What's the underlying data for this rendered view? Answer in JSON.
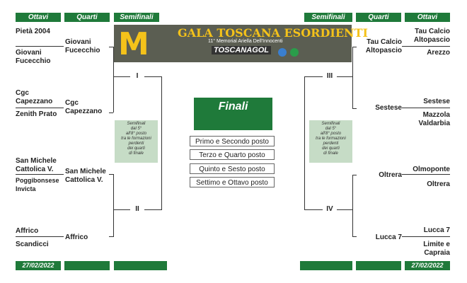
{
  "headers": {
    "ottavi": "Ottavi",
    "quarti": "Quarti",
    "semifinali": "Semifinali"
  },
  "footer_date": "27/02/2022",
  "banner": {
    "logo_letter": "M",
    "title": "GALA TOSCANA ESORDIENTI",
    "subtitle": "11° Memorial Ariella Dell'Innocenti",
    "sponsor": "TOSCANAGOL"
  },
  "left": {
    "ottavi": [
      "Pietà 2004",
      "Giovani Fucecchio",
      "Cgc Capezzano",
      "Zenith Prato",
      "San Michele Cattolica V.",
      "Poggibonsese Invicta",
      "Affrico",
      "Scandicci"
    ],
    "quarti": [
      "Giovani Fucecchio",
      "Cgc Capezzano",
      "San Michele Cattolica V.",
      "Affrico"
    ],
    "semi_labels": [
      "I",
      "II"
    ]
  },
  "right": {
    "ottavi": [
      "Tau Calcio Altopascio",
      "Arezzo",
      "Sestese",
      "Mazzola Valdarbia",
      "Olmoponte",
      "Oltrera",
      "Lucca 7",
      "Limite e Capraia"
    ],
    "quarti": [
      "Tau Calcio Altopascio",
      "Sestese",
      "Oltrera",
      "Lucca 7"
    ],
    "semi_labels": [
      "III",
      "IV"
    ]
  },
  "finals": {
    "title": "Finali",
    "places": [
      "Primo e Secondo posto",
      "Terzo e Quarto posto",
      "Quinto e Sesto posto",
      "Settimo e Ottavo posto"
    ]
  },
  "notes": {
    "left": "Semifinali\ndal 5°\nall'8° posto\ntra le formazioni\nperdenti\ndei quarti\ndi finale",
    "right": "Semifinali\ndal 5°\nall'8° posto\ntra le formazioni\nperdenti\ndei quarti\ndi finale"
  },
  "colors": {
    "header_green": "#1f7a3a",
    "note_green": "#c6dcc6",
    "banner_bg": "#5b5e52",
    "banner_gold": "#f4c21a"
  }
}
